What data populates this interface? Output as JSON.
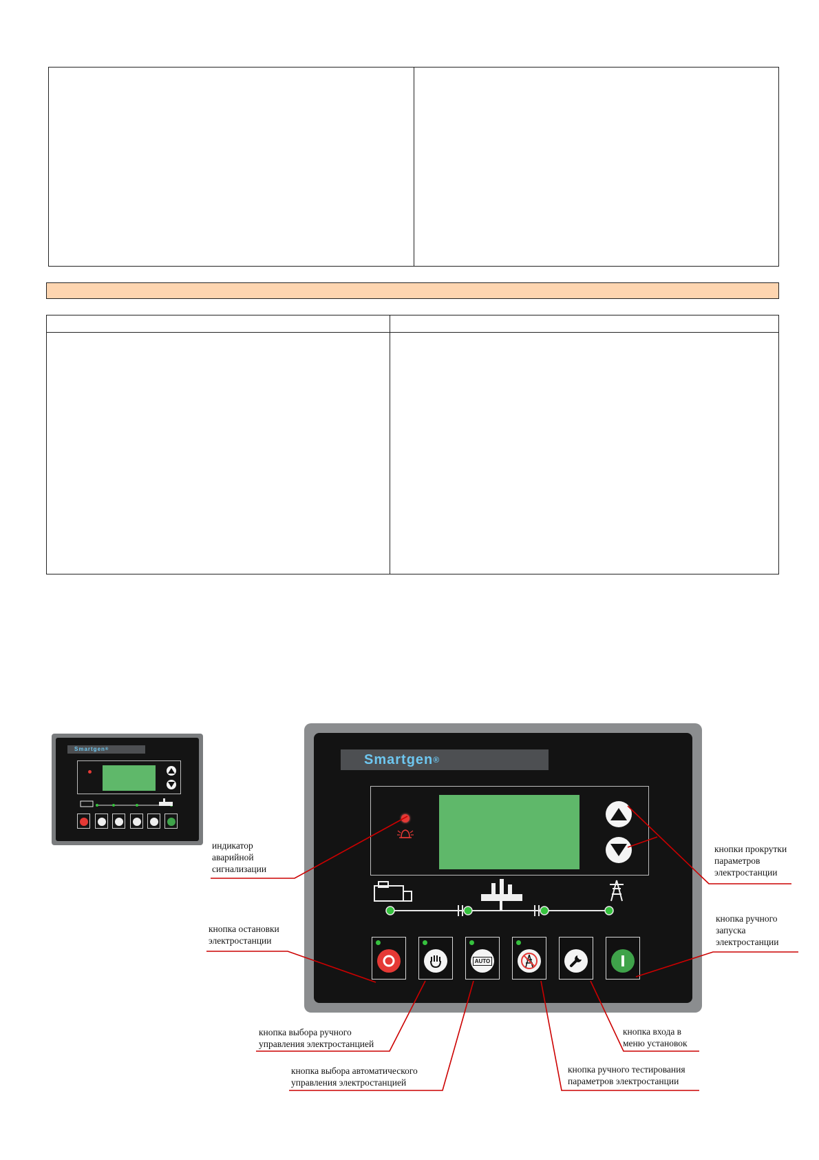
{
  "brand": {
    "name": "Smartgen",
    "mark": "®"
  },
  "panel": {
    "auto_key_text": "AUTO"
  },
  "callouts": {
    "alarm_indicator": "индикатор\nаварийной\nсигнализации",
    "scroll_buttons": "кнопки прокрутки\nпараметров\nэлектростанции",
    "stop_button": "кнопка остановки\nэлектростанции",
    "manual_start_button": "кнопка ручного\nзапуска\nэлектростанции",
    "manual_mode_button": "кнопка выбора ручного\nуправления электростанцией",
    "auto_mode_button": "кнопка выбора автоматического\nуправления электростанцией",
    "test_button": "кнопка ручного тестирования\nпараметров электростанции",
    "settings_button": "кнопка входа в\nменю установок"
  },
  "colors": {
    "band": "#fdd5b0",
    "lcd": "#5fb86a",
    "stop_red": "#e53935",
    "start_green": "#3fa34a",
    "leader_red": "#cc0000",
    "led_green": "#36c23e"
  }
}
